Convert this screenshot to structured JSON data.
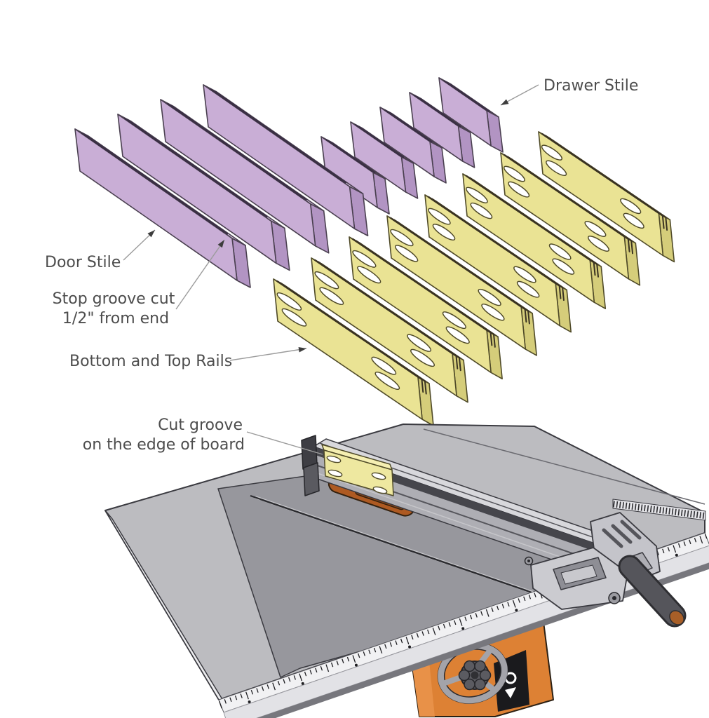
{
  "illustration": {
    "description_labels_visible_only": true
  },
  "labels": {
    "drawer_stile": "Drawer Stile",
    "door_stile": "Door Stile",
    "stop_groove_line1": "Stop groove cut",
    "stop_groove_line2": "1/2\" from end",
    "rails": "Bottom and Top Rails",
    "cut_groove_line1": "Cut groove",
    "cut_groove_line2": "on the edge of board"
  },
  "parts": {
    "door_stiles": {
      "count": 4
    },
    "drawer_stiles": {
      "count": 5
    },
    "rails": {
      "count": 8,
      "slots_per_rail": 4
    }
  },
  "colors": {
    "stile_face": "#c9aed6",
    "stile_top": "#d9c5e3",
    "stile_end": "#b294c3",
    "stile_outline": "#4a4050",
    "stile_groove": "#3a2f44",
    "rail_face": "#eae394",
    "rail_top": "#f4eeb0",
    "rail_end": "#d5cd7a",
    "rail_outline": "#4f4a28",
    "rail_groove": "#3a3322",
    "label_text": "#4d4d4d",
    "leader": "#9b9b9b",
    "arrowhead": "#3d3d3d",
    "table": "#bcbcc0",
    "table_dark": "#97979d",
    "table_side": "#ececee",
    "metal_outline": "#3a3a40",
    "fence_light": "#d8d8dc",
    "fence_mid": "#aeaeb4",
    "fence_dark": "#46464c",
    "rail_silver": "#f1f1f3",
    "rail_silver2": "#e2e2e6",
    "cabinet_orange": "#dd8134",
    "throat_orange": "#ae5a22",
    "throat_slot": "#8a4516",
    "handle_gray": "#55555b",
    "badge_black": "#1a1a1d",
    "workpiece_face": "#eee8a0",
    "workpiece_top": "#f5efb2"
  }
}
